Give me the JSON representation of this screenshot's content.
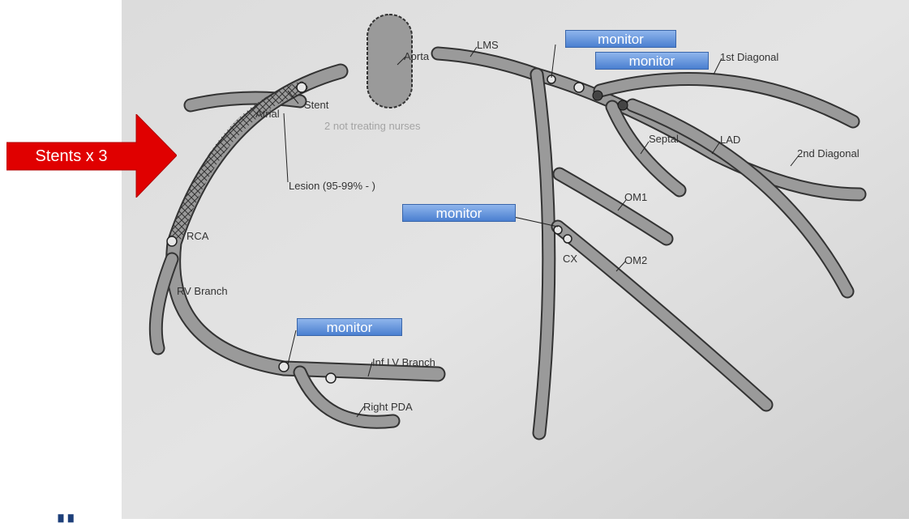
{
  "diagram": {
    "vessels": {
      "aorta": "Aorta",
      "lms": "LMS",
      "first_diagonal": "1st Diagonal",
      "atrial": "Atrial",
      "stent": "Stent",
      "septal": "Septal",
      "lad": "LAD",
      "second_diagonal": "2nd Diagonal",
      "lesion": "Lesion (95-99% - )",
      "om1": "OM1",
      "rca": "RCA",
      "cx": "CX",
      "om2": "OM2",
      "rv_branch": "RV Branch",
      "inf_lv_branch": "Inf LV Branch",
      "right_pda": "Right PDA"
    },
    "faint_text": "2 not treating nurses"
  },
  "annotations": {
    "stents_label": "Stents x 3",
    "monitor_1": "monitor",
    "monitor_2": "monitor",
    "monitor_3": "monitor",
    "monitor_4": "monitor",
    "arrow_color": "#e00000",
    "callout_color": "#5b8ed6"
  }
}
